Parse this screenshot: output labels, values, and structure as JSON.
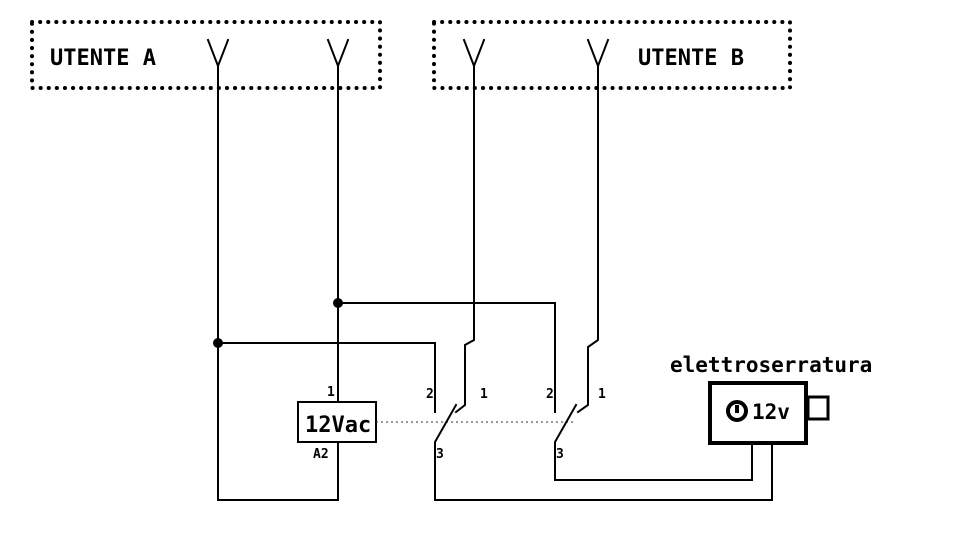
{
  "user_a": {
    "label": "UTENTE A"
  },
  "user_b": {
    "label": "UTENTE B"
  },
  "relay": {
    "label": "12Vac",
    "terminal_top": "1",
    "terminal_bottom": "A2"
  },
  "switch_a": {
    "terminal_2": "2",
    "terminal_1": "1",
    "terminal_3": "3"
  },
  "switch_b": {
    "terminal_2": "2",
    "terminal_1": "1",
    "terminal_3": "3"
  },
  "lock": {
    "title": "elettroserratura",
    "rating": "12v",
    "icon": "lock-cylinder-icon"
  }
}
